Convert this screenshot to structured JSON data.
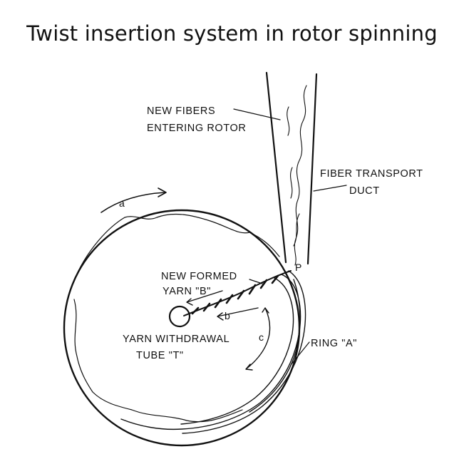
{
  "title": "Twist insertion system in rotor spinning",
  "labels": {
    "new_fibers_line1": "NEW FIBERS",
    "new_fibers_line2": "ENTERING ROTOR",
    "fiber_transport_line1": "FIBER TRANSPORT",
    "fiber_transport_line2": "DUCT",
    "new_formed_line1": "NEW FORMED",
    "new_formed_line2": "YARN \"B\"",
    "withdrawal_line1": "YARN WITHDRAWAL",
    "withdrawal_line2": "TUBE \"T\"",
    "ring": "RING \"A\"",
    "arrow_a": "a",
    "arrow_b": "b",
    "arrow_c": "c",
    "point_p": "P"
  }
}
